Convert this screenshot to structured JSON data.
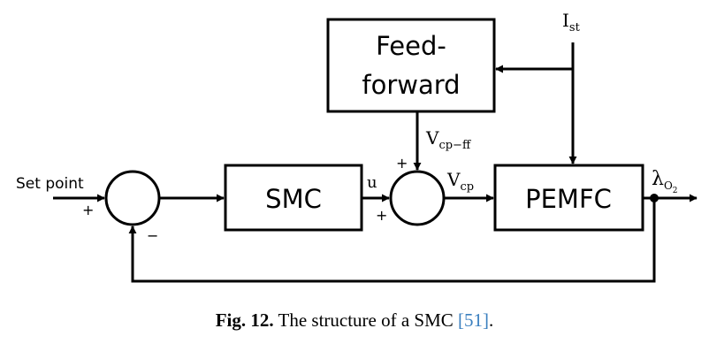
{
  "blocks": {
    "feedforward_line1": "Feed-",
    "feedforward_line2": "forward",
    "smc": "SMC",
    "pemfc": "PEMFC"
  },
  "signals": {
    "setpoint": "Set point",
    "u": "u",
    "ist_main": "I",
    "ist_sub": "st",
    "vcpff_main": "V",
    "vcpff_sub": "cp−ff",
    "vcp_main": "V",
    "vcp_sub": "cp",
    "lambda_main": "λ",
    "lambda_sub": "O",
    "lambda_subsub": "2"
  },
  "signs": {
    "sum1_plus": "+",
    "sum1_minus": "−",
    "sum2_top_plus": "+",
    "sum2_left_plus": "+"
  },
  "caption": {
    "fig": "Fig. 12.",
    "text": "The structure of a SMC",
    "ref": "[51]",
    "end": "."
  }
}
